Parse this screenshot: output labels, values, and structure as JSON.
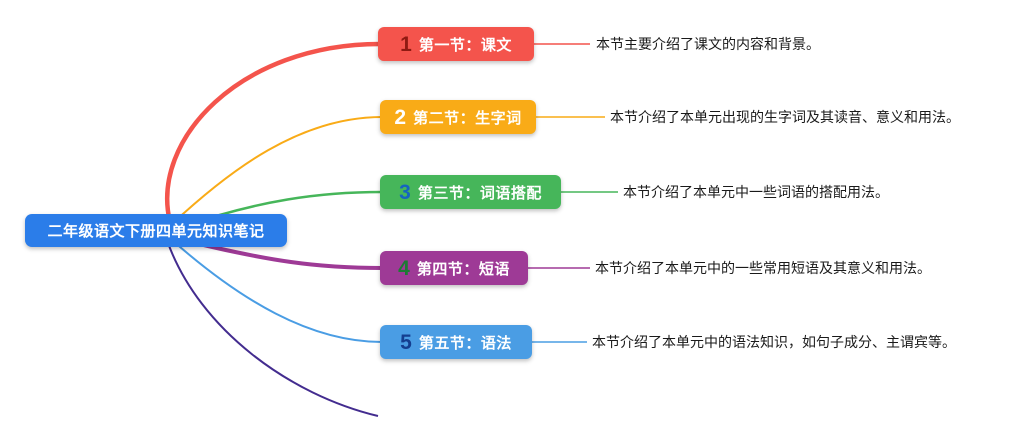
{
  "root": {
    "label": "二年级语文下册四单元知识笔记",
    "color": "#2b7de9"
  },
  "branches": [
    {
      "number": "1",
      "label": "第一节：课文",
      "description": "本节主要介绍了课文的内容和背景。",
      "color": "#f4544c",
      "number_color": "#8f1a12"
    },
    {
      "number": "2",
      "label": "第二节：生字词",
      "description": "本节介绍了本单元出现的生字词及其读音、意义和用法。",
      "color": "#f9ab17",
      "number_color": "#ffffff"
    },
    {
      "number": "3",
      "label": "第三节：词语搭配",
      "description": "本节介绍了本单元中一些词语的搭配用法。",
      "color": "#46b65a",
      "number_color": "#1565c0"
    },
    {
      "number": "4",
      "label": "第四节：短语",
      "description": "本节介绍了本单元中的一些常用短语及其意义和用法。",
      "color": "#9e3a96",
      "number_color": "#1d7a33"
    },
    {
      "number": "5",
      "label": "第五节：语法",
      "description": "本节介绍了本单元中的语法知识，如句子成分、主谓宾等。",
      "color": "#4a9de4",
      "number_color": "#143e8f"
    }
  ],
  "extra_branch": {
    "color": "#432c8f"
  }
}
